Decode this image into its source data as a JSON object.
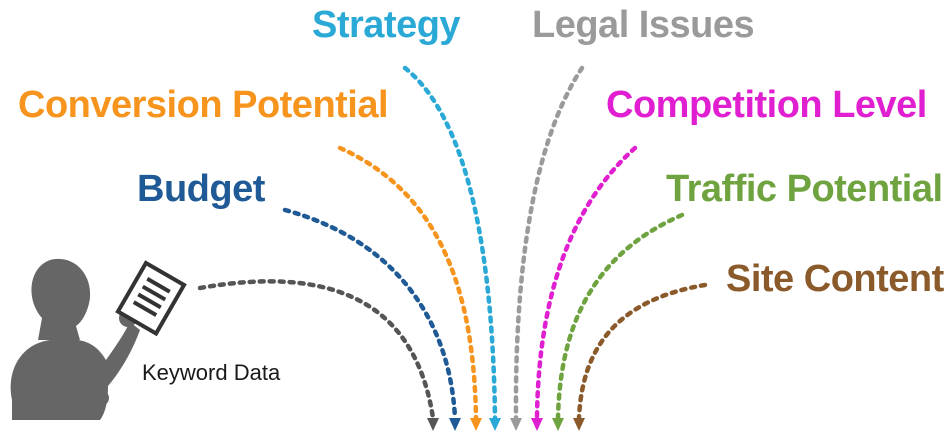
{
  "factors": [
    {
      "id": "strategy",
      "label": "Strategy",
      "color": "#2aa9d6"
    },
    {
      "id": "legal",
      "label": "Legal Issues",
      "color": "#9a9a9a"
    },
    {
      "id": "conversion",
      "label": "Conversion Potential",
      "color": "#f7941d"
    },
    {
      "id": "competition",
      "label": "Competition Level",
      "color": "#e01fd0"
    },
    {
      "id": "budget",
      "label": "Budget",
      "color": "#1f5a96"
    },
    {
      "id": "traffic",
      "label": "Traffic Potential",
      "color": "#6ea33f"
    },
    {
      "id": "site_content",
      "label": "Site Content",
      "color": "#8b5a2b"
    }
  ],
  "person": {
    "label": "Keyword Data",
    "figure_color": "#666666",
    "line_color": "#555555",
    "icon": "person-holding-document-icon"
  }
}
